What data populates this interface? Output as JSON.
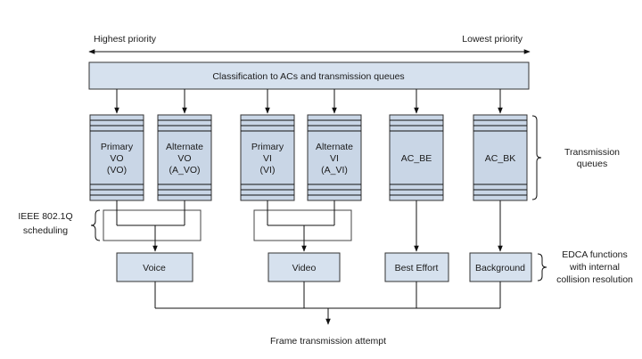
{
  "priority": {
    "highest": "Highest priority",
    "lowest": "Lowest priority"
  },
  "classification": {
    "label": "Classification to ACs and transmission queues"
  },
  "queues": {
    "vo_primary": [
      "Primary",
      "VO",
      "(VO)"
    ],
    "vo_alternate": [
      "Alternate",
      "VO",
      "(A_VO)"
    ],
    "vi_primary": [
      "Primary",
      "VI",
      "(VI)"
    ],
    "vi_alternate": [
      "Alternate",
      "VI",
      "(A_VI)"
    ],
    "be": [
      "AC_BE"
    ],
    "bk": [
      "AC_BK"
    ]
  },
  "side_labels": {
    "transmission_queues": [
      "Transmission",
      "queues"
    ],
    "scheduling": [
      "IEEE 802.1Q",
      "scheduling"
    ],
    "edca": [
      "EDCA functions",
      "with internal",
      "collision resolution"
    ]
  },
  "edca": {
    "voice": "Voice",
    "video": "Video",
    "best_effort": "Best Effort",
    "background": "Background"
  },
  "output": {
    "label": "Frame transmission attempt"
  }
}
